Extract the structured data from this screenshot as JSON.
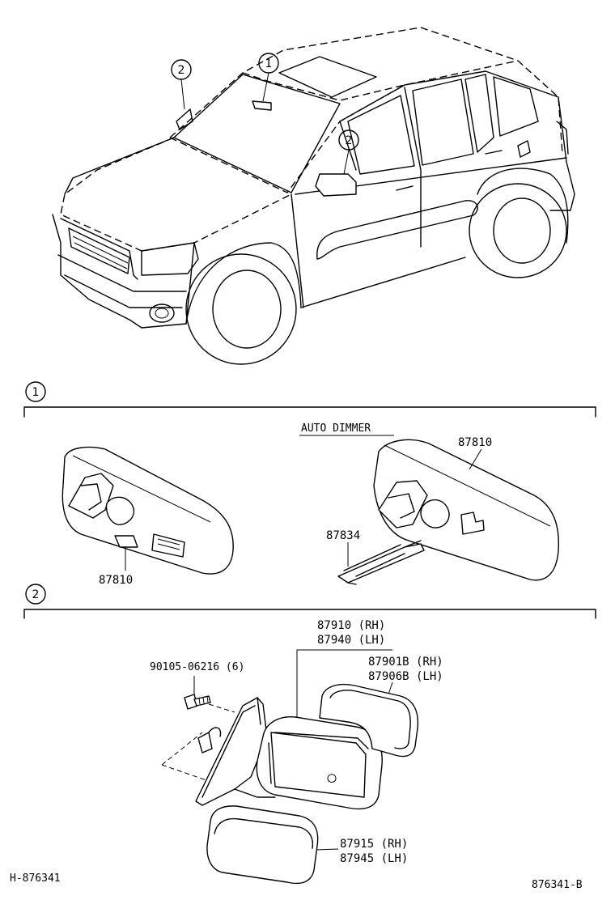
{
  "callouts": {
    "c1": "1",
    "c2": "2"
  },
  "sections": {
    "s1": {
      "number": "1",
      "auto_dimmer_label": "AUTO DIMMER"
    },
    "s2": {
      "number": "2"
    }
  },
  "parts": {
    "inner_mirror_left": "87810",
    "inner_mirror_right": "87810",
    "cover_87834": "87834",
    "outer_mirror_rh": "87910 (RH)",
    "outer_mirror_lh": "87940 (LH)",
    "screw": "90105-06216 (6)",
    "mirror_glass_rh": "87901B (RH)",
    "mirror_glass_lh": "87906B (LH)",
    "cover_rh": "87915 (RH)",
    "cover_lh": "87945 (LH)"
  },
  "footer": {
    "left_code": "H-876341",
    "right_code": "876341-B"
  }
}
